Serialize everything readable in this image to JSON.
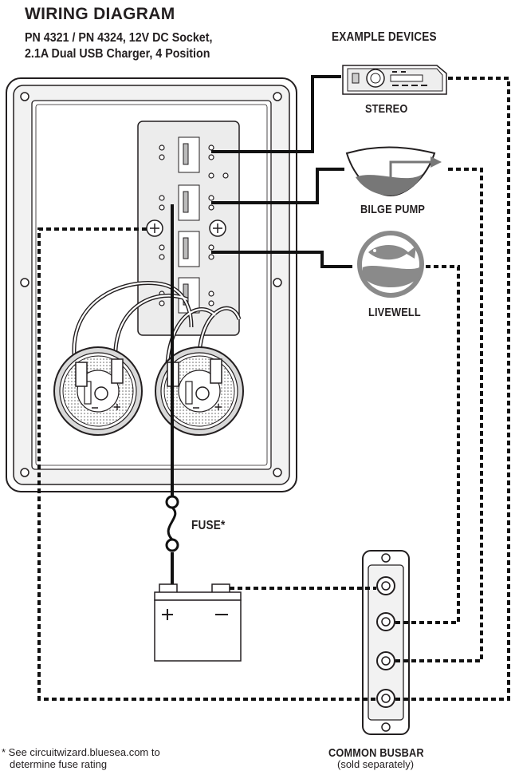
{
  "header": {
    "title": "WIRING DIAGRAM",
    "subtitle_line1": "PN 4321 / PN 4324, 12V DC Socket,",
    "subtitle_line2": "2.1A Dual USB Charger, 4 Position"
  },
  "devices": {
    "heading": "EXAMPLE DEVICES",
    "items": [
      "STEREO",
      "BILGE PUMP",
      "LIVEWELL"
    ]
  },
  "fuse_label": "FUSE*",
  "busbar": {
    "label": "COMMON BUSBAR",
    "note": "(sold separately)"
  },
  "footnote": {
    "line1": "* See circuitwizard.bluesea.com to",
    "line2": "determine fuse rating"
  },
  "colors": {
    "ink": "#231f20",
    "panel": "#e6e6e6",
    "mid_gray": "#8a8a8a",
    "wire": "#111111"
  }
}
